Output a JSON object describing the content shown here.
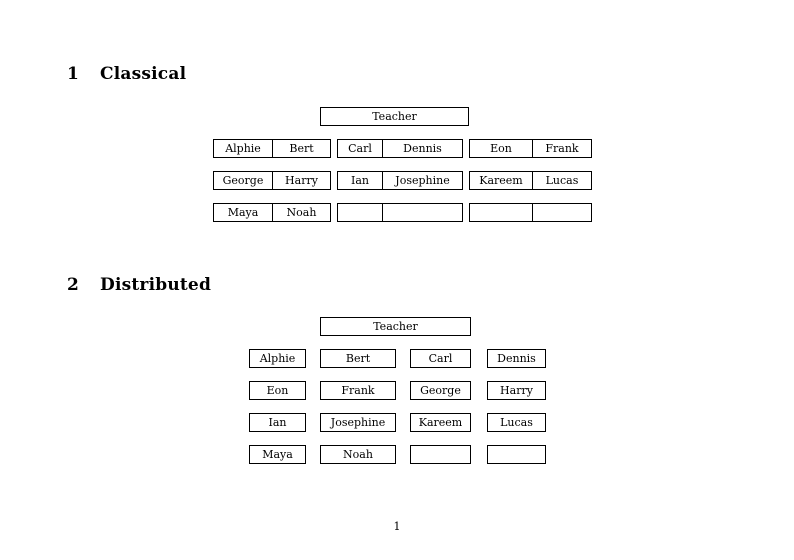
{
  "document": {
    "page_number": "1",
    "page_background": "#ffffff",
    "text_color": "#000000",
    "border_color": "#000000"
  },
  "sections": [
    {
      "number": "1",
      "title": "Classical",
      "teacher": {
        "label": "Teacher"
      },
      "groups": [
        {
          "id": "group-left",
          "rows": [
            {
              "cells": [
                "Alphie",
                "Bert"
              ]
            },
            {
              "cells": [
                "George",
                "Harry"
              ]
            },
            {
              "cells": [
                "Maya",
                "Noah"
              ]
            }
          ]
        },
        {
          "id": "group-middle",
          "rows": [
            {
              "cells": [
                "Carl",
                "Dennis"
              ]
            },
            {
              "cells": [
                "Ian",
                "Josephine"
              ]
            },
            {
              "cells": [
                "",
                ""
              ]
            }
          ]
        },
        {
          "id": "group-right",
          "rows": [
            {
              "cells": [
                "Eon",
                "Frank"
              ]
            },
            {
              "cells": [
                "Kareem",
                "Lucas"
              ]
            },
            {
              "cells": [
                "",
                ""
              ]
            }
          ]
        }
      ]
    },
    {
      "number": "2",
      "title": "Distributed",
      "teacher": {
        "label": "Teacher"
      },
      "grid": {
        "rows": [
          {
            "cells": [
              "Alphie",
              "Bert",
              "Carl",
              "Dennis"
            ]
          },
          {
            "cells": [
              "Eon",
              "Frank",
              "George",
              "Harry"
            ]
          },
          {
            "cells": [
              "Ian",
              "Josephine",
              "Kareem",
              "Lucas"
            ]
          },
          {
            "cells": [
              "Maya",
              "Noah",
              "",
              ""
            ]
          }
        ]
      }
    }
  ]
}
